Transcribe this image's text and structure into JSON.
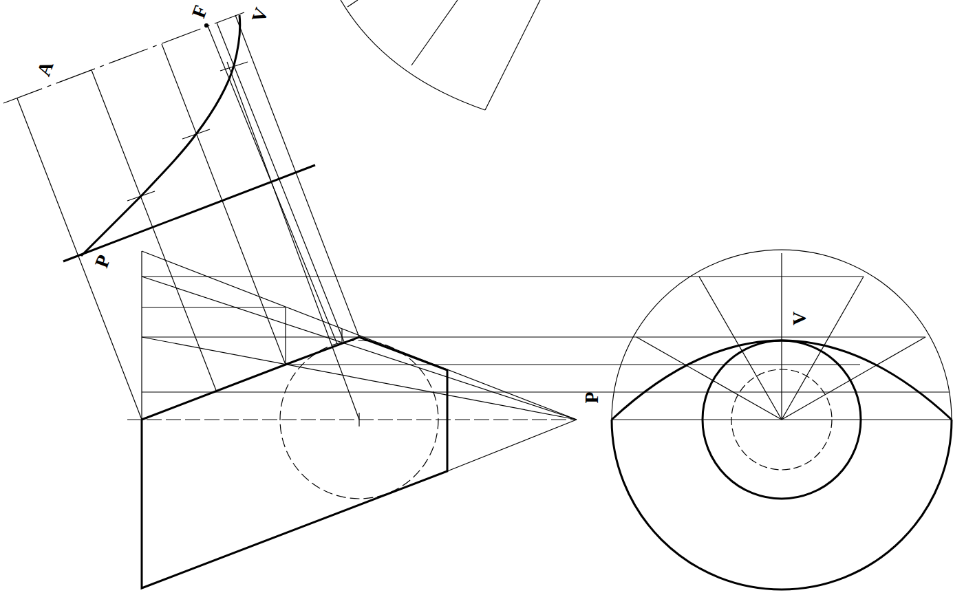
{
  "diagram": {
    "labels": [
      "A",
      "F",
      "V",
      "P",
      "V",
      "P"
    ]
  }
}
